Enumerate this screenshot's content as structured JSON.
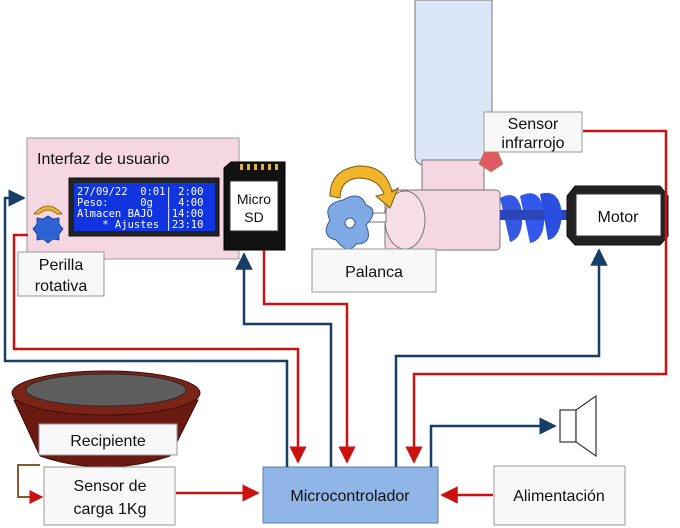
{
  "labels": {
    "ui_title": "Interfaz de usuario",
    "sd_line1": "Micro",
    "sd_line2": "SD",
    "knob_line1": "Perilla",
    "knob_line2": "rotativa",
    "lever": "Palanca",
    "ir_line1": "Sensor",
    "ir_line2": "infrarrojo",
    "motor": "Motor",
    "bowl": "Recipiente",
    "load_line1": "Sensor de",
    "load_line2": "carga 1Kg",
    "mcu": "Microcontrolador",
    "power": "Alimentación"
  },
  "lcd": {
    "lines": [
      "27/09/22  0:01| 2:00",
      "Peso:     0g  | 4:00",
      "Almacen BAJO  |14:00",
      "    * Ajustes |23:10"
    ]
  },
  "colors": {
    "red_wire": "#cc1111",
    "blue_wire": "#173e66",
    "ui_panel": "#f4d7e0",
    "lcd_bg": "#1035e0",
    "mcu_fill": "#8fb6e6",
    "hopper": "#dbe6f7",
    "auger": "#2a4fe0",
    "bowl": "#6b1a12"
  }
}
